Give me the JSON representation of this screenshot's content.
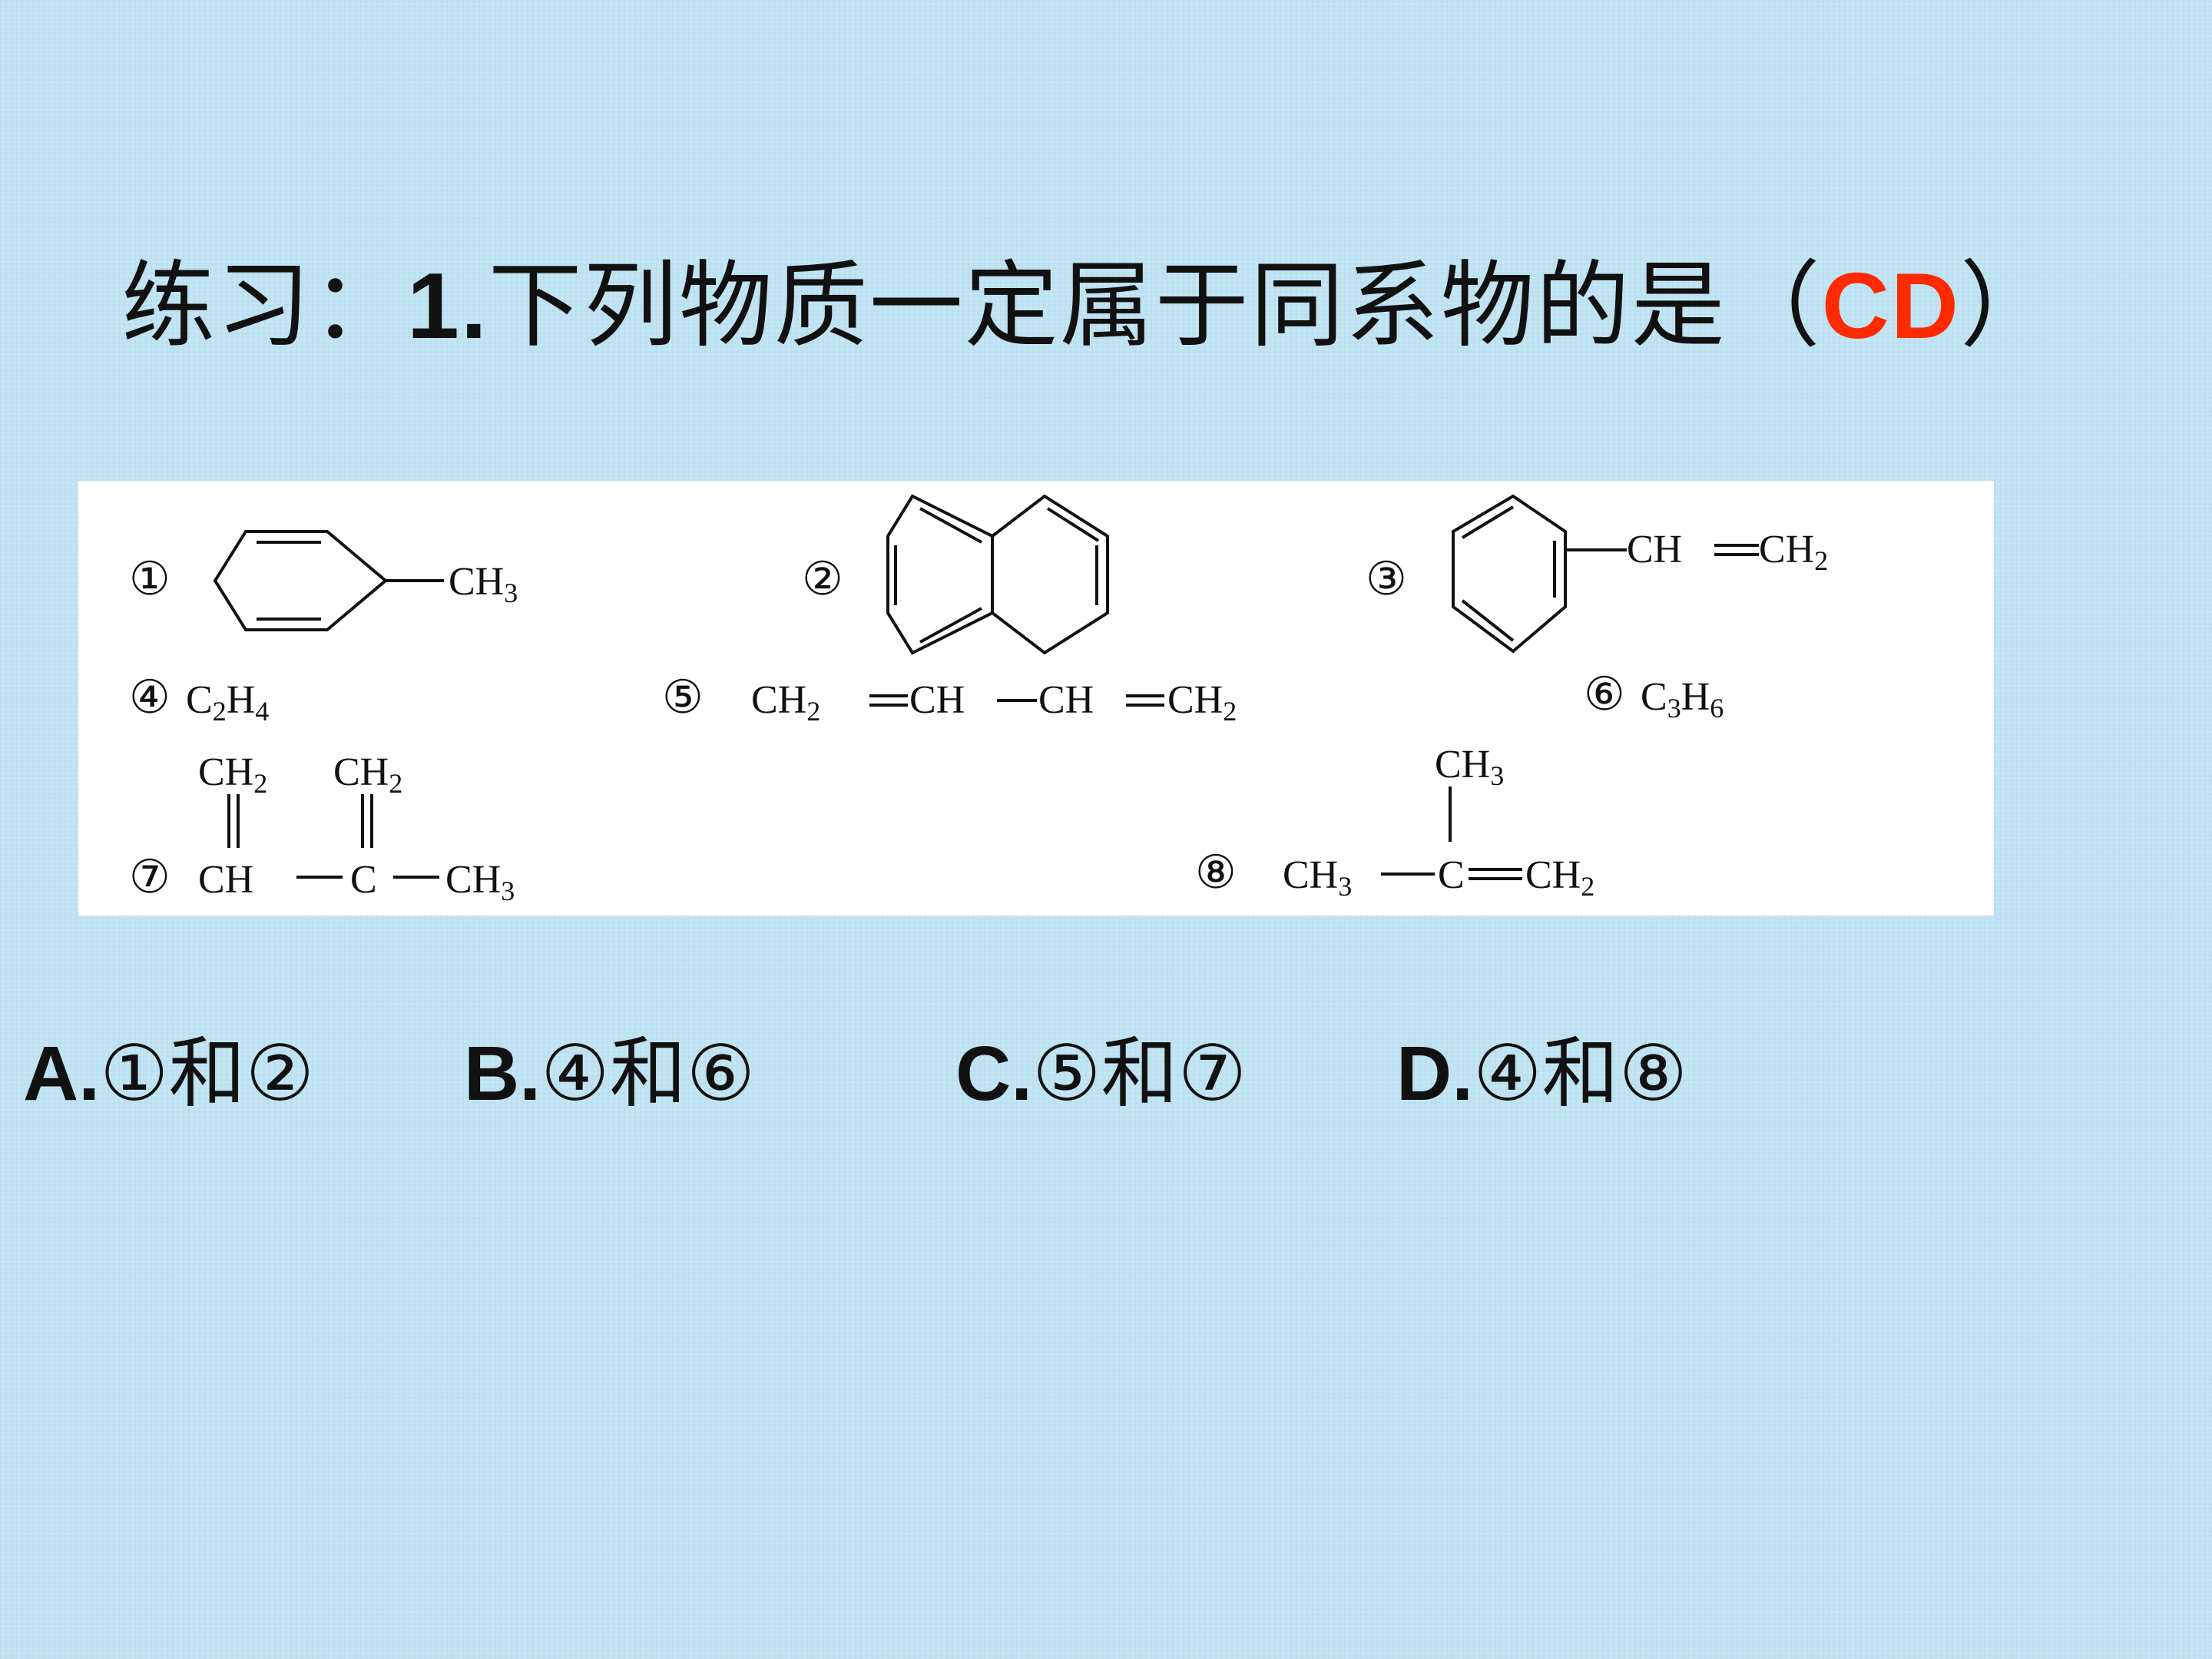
{
  "title": {
    "prefix": "练习：",
    "number": "1.",
    "question": "下列物质一定属于同系物的是（",
    "answer": "CD",
    "suffix": "）"
  },
  "structures": {
    "s1": {
      "marker": "①",
      "group_main": "CH",
      "group_sub": "3"
    },
    "s2": {
      "marker": "②"
    },
    "s3": {
      "marker": "③",
      "ch": "CH",
      "ch2_main": "CH",
      "ch2_sub": "2"
    },
    "s4": {
      "marker": "④",
      "formula": [
        "C",
        "2",
        "H",
        "4"
      ]
    },
    "s5": {
      "marker": "⑤",
      "text_parts": [
        "CH",
        "2",
        "CH",
        "CH",
        "CH",
        "2"
      ]
    },
    "s6": {
      "marker": "⑥",
      "formula": [
        "C",
        "3",
        "H",
        "6"
      ]
    },
    "s7": {
      "marker": "⑦",
      "top_left": [
        "CH",
        "2"
      ],
      "top_right": [
        "CH",
        "2"
      ],
      "bottom": [
        "CH",
        "C",
        "CH",
        "3"
      ]
    },
    "s8": {
      "marker": "⑧",
      "top": [
        "CH",
        "3"
      ],
      "bottom": [
        "CH",
        "3",
        "C",
        "CH",
        "2"
      ]
    }
  },
  "options": [
    {
      "letter": "A.",
      "text": "①和②"
    },
    {
      "letter": "B.",
      "text": "④和⑥"
    },
    {
      "letter": "C.",
      "text": "⑤和⑦"
    },
    {
      "letter": "D.",
      "text": "④和⑧"
    }
  ],
  "colors": {
    "answer": "#ff2a00",
    "background": "#bfe3f2",
    "panel": "#ffffff"
  }
}
